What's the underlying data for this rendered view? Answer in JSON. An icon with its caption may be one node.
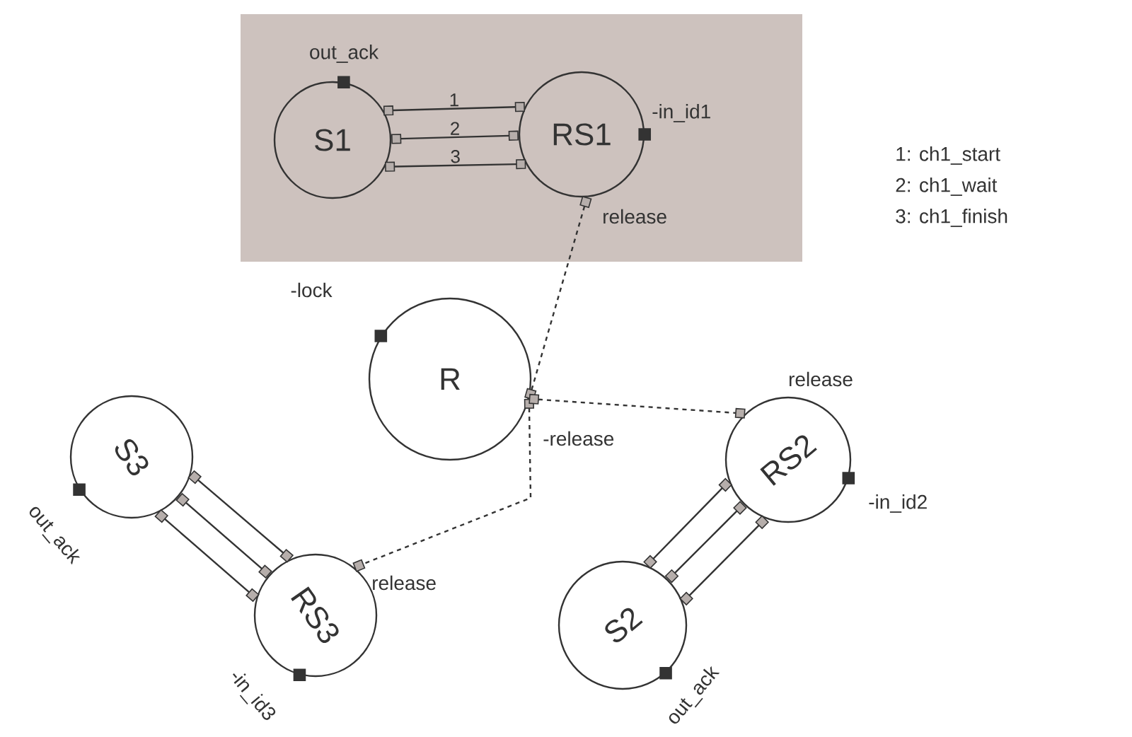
{
  "diagram": {
    "nodes": [
      {
        "text": [],
        "shape": "box"
      },
      {
        "text": [
          "S1"
        ],
        "in": 0,
        "beside": [
          "out_ack"
        ]
      },
      {
        "text": [
          "RS1"
        ],
        "in": 0,
        "beside": [
          "-in_id1",
          "release"
        ]
      },
      {
        "text": [
          "R"
        ],
        "beside": [
          "-lock",
          "-release"
        ]
      },
      {
        "text": [
          "S3"
        ],
        "beside": [
          "out_ack"
        ]
      },
      {
        "text": [
          "RS3"
        ],
        "beside": [
          "release",
          "-in_id3"
        ]
      },
      {
        "text": [
          "RS2"
        ],
        "beside": [
          "release",
          "-in_id2"
        ]
      },
      {
        "text": [
          "S2"
        ],
        "beside": [
          "out_ack"
        ]
      }
    ],
    "edges": [
      {
        "from": 1,
        "to": 2,
        "arrow": "other",
        "label": "1"
      },
      {
        "from": 1,
        "to": 2,
        "arrow": "other",
        "label": "2"
      },
      {
        "from": 1,
        "to": 2,
        "arrow": "other",
        "label": "3"
      },
      {
        "from": 4,
        "to": 5,
        "arrow": "other"
      },
      {
        "from": 4,
        "to": 5,
        "arrow": "other"
      },
      {
        "from": 4,
        "to": 5,
        "arrow": "other"
      },
      {
        "from": 7,
        "to": 6,
        "arrow": "other"
      },
      {
        "from": 7,
        "to": 6,
        "arrow": "other"
      },
      {
        "from": 7,
        "to": 6,
        "arrow": "other"
      },
      {
        "from": 2,
        "to": 3,
        "arrow": "other",
        "style": "dashed"
      },
      {
        "from": 3,
        "to": 5,
        "arrow": "other",
        "style": "dashed"
      },
      {
        "from": 3,
        "to": 6,
        "arrow": "other",
        "style": "dashed"
      }
    ],
    "labels": [
      "1: ch1_start",
      "2: ch1_wait",
      "3: ch1_finish"
    ]
  }
}
